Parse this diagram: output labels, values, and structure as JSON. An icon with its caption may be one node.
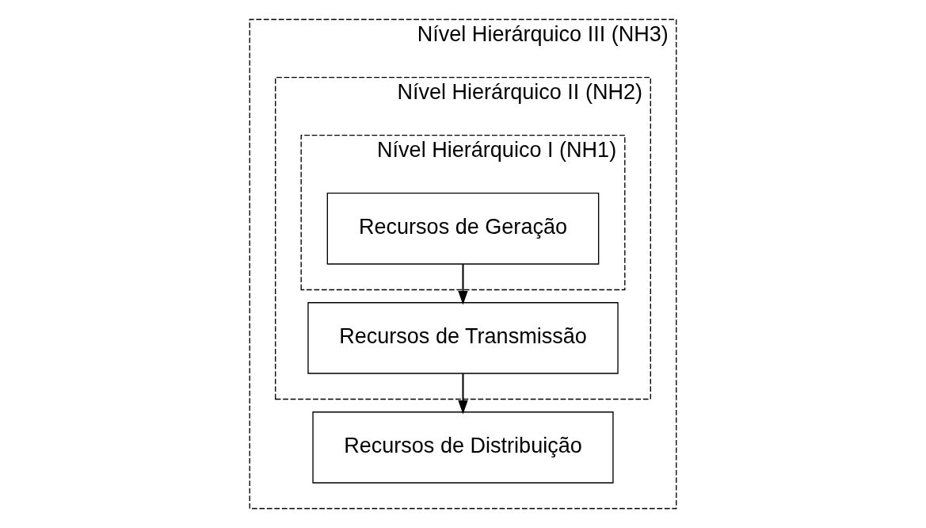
{
  "diagram": {
    "nodes": [
      {
        "text": [],
        "shape": "box",
        "beside": [
          "Nível Hierárquico III (NH3)"
        ]
      },
      {
        "text": [],
        "shape": "box",
        "in": 0,
        "beside": [
          "Nível Hierárquico II (NH2)"
        ]
      },
      {
        "text": [],
        "shape": "box",
        "in": 1,
        "beside": [
          "Nível Hierárquico I (NH1)"
        ]
      },
      {
        "text": [
          "Recursos de Geração"
        ],
        "in": 2
      },
      {
        "text": [
          "Recursos de Transmissão"
        ],
        "in": 1
      },
      {
        "text": [
          "Recursos de Distribuição"
        ],
        "in": 0
      }
    ],
    "edges": [
      {
        "from": 3,
        "to": 4,
        "arrow": "to"
      },
      {
        "from": 4,
        "to": 5,
        "arrow": "to"
      }
    ]
  }
}
